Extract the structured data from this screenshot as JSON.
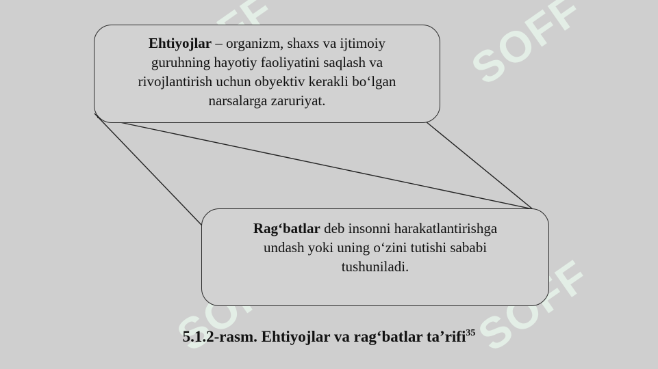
{
  "needs_box": {
    "term": "Ehtiyojlar",
    "line1_rest": " – organizm, shaxs va ijtimoiy",
    "line2": "guruhning hayotiy faoliyatini saqlash va",
    "line3": "rivojlantirish uchun obyektiv kerakli bo‘lgan",
    "line4": "narsalarga zaruriyat."
  },
  "motives_box": {
    "term": "Rag‘batlar",
    "line1_rest": " deb insonni harakatlantirishga",
    "line2": "undash yoki uning o‘zini tutishi sababi",
    "line3": "tushuniladi."
  },
  "caption": {
    "text": "5.1.2-rasm. Ehtiyojlar va rag‘batlar ta’rifi",
    "footnote": "35"
  },
  "watermark": {
    "text": "SOFF",
    "color": "#e6f2e9"
  }
}
